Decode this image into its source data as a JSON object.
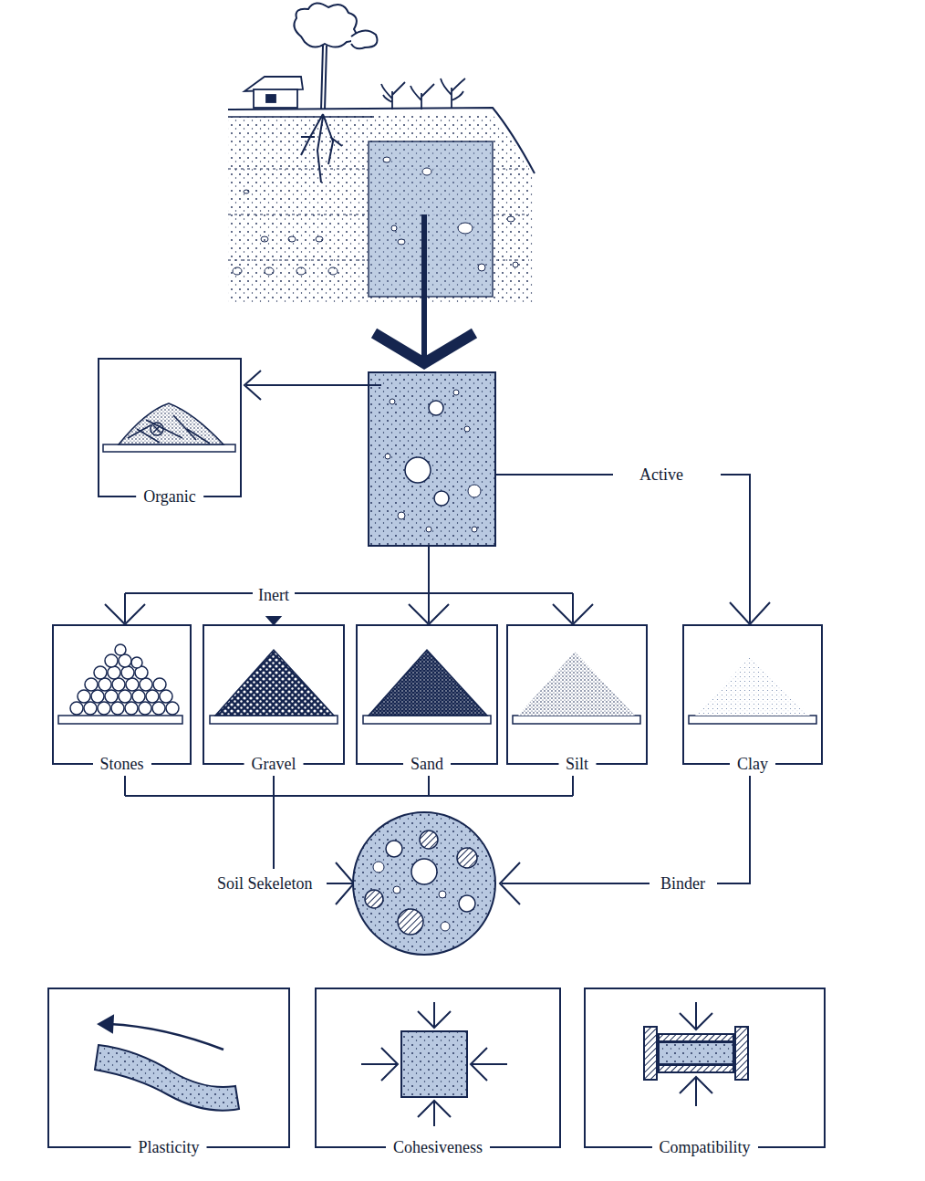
{
  "diagram": {
    "nodes": [
      {
        "text": [
          "Organic"
        ]
      },
      {
        "text": [
          "Stones"
        ]
      },
      {
        "text": [
          "Gravel"
        ]
      },
      {
        "text": [
          "Sand"
        ]
      },
      {
        "text": [
          "Silt"
        ]
      },
      {
        "text": [
          "Clay"
        ]
      },
      {
        "text": [
          "Plasticity"
        ]
      },
      {
        "text": [
          "Cohesiveness"
        ]
      },
      {
        "text": [
          "Compatibility"
        ]
      }
    ],
    "labels": [
      "Inert",
      "Active",
      "Soil Sekeleton",
      "Binder"
    ]
  }
}
